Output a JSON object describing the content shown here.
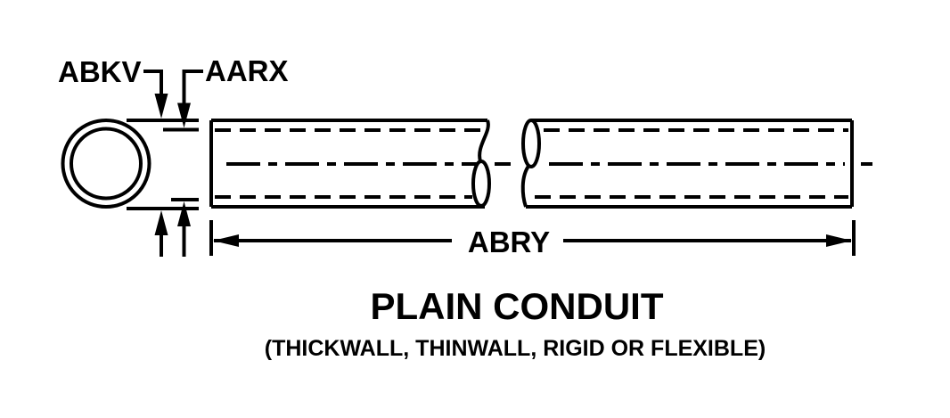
{
  "page": {
    "background_color": "#ffffff",
    "ink_color": "#000000"
  },
  "diagram": {
    "title": "PLAIN CONDUIT",
    "subtitle": "(THICKWALL, THINWALL, RIGID OR FLEXIBLE)",
    "dimension_labels": {
      "outer_diameter": "ABKV",
      "inner_diameter": "AARX",
      "conduit_length": "ABRY"
    }
  }
}
